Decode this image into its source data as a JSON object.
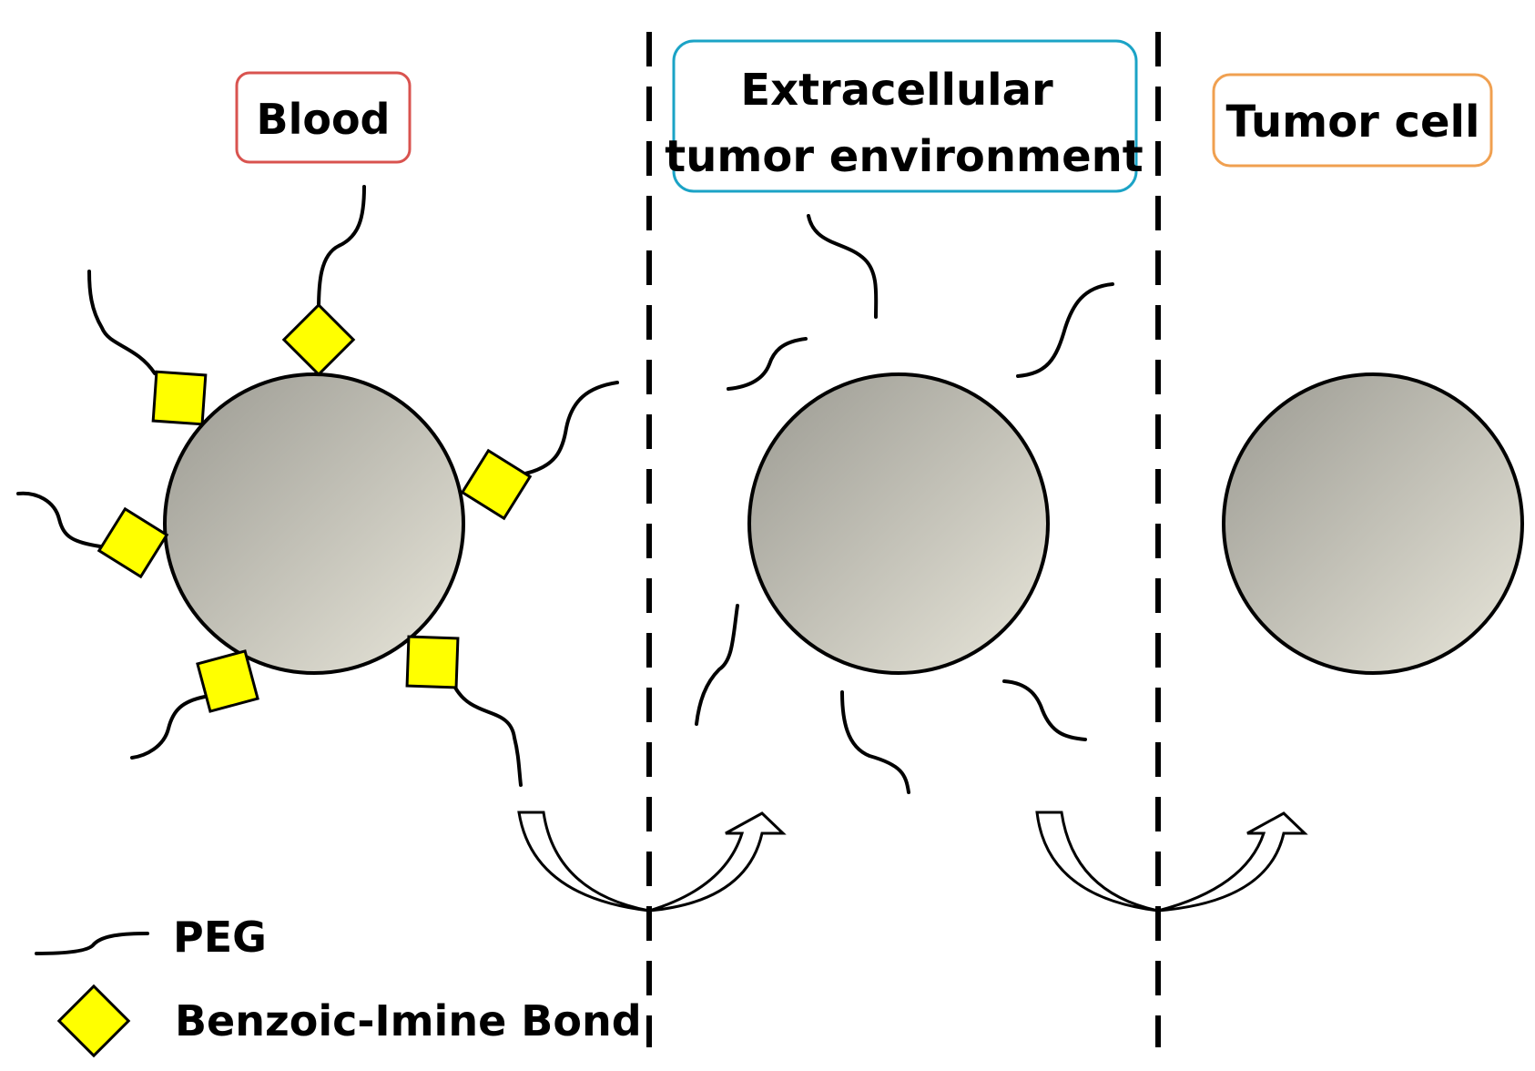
{
  "stages": {
    "blood": {
      "label": "Blood",
      "border_color": "#d9534f"
    },
    "extracellular": {
      "line1": "Extracellular",
      "line2": "tumor environment",
      "border_color": "#1ba3c6"
    },
    "tumor_cell": {
      "label": "Tumor cell",
      "border_color": "#f0a050"
    }
  },
  "legend": {
    "peg_label": "PEG",
    "bond_label": "Benzoic-Imine Bond"
  },
  "colors": {
    "bond_fill": "#ffff00",
    "particle_gradient_start": "#9b9a92",
    "particle_gradient_end": "#e8e6da",
    "divider": "#000000"
  },
  "icons": {
    "peg": "wavy-line-icon",
    "bond": "yellow-diamond-icon",
    "transition": "curved-arrow-icon"
  }
}
